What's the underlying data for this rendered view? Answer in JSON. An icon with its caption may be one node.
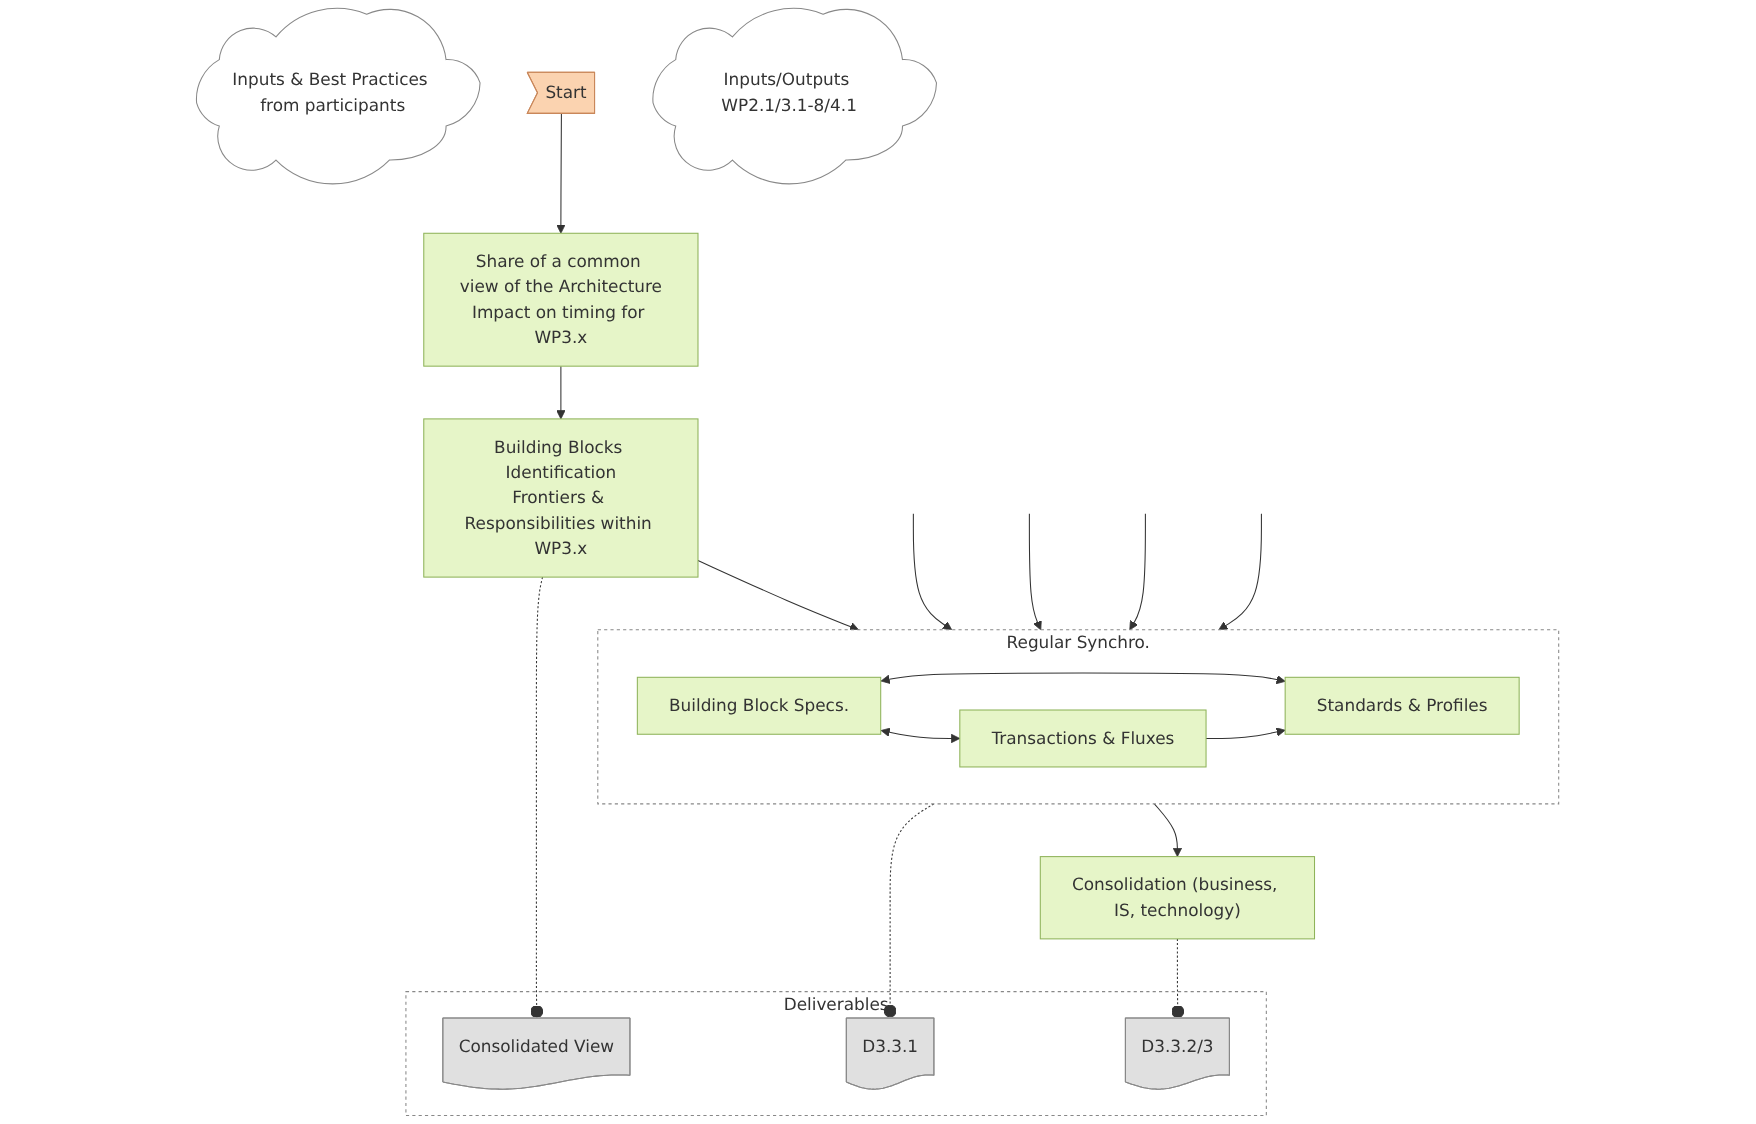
{
  "diagram": {
    "nodes": [
      {
        "text": [
          "Inputs & Best Practices from participants"
        ]
      },
      {
        "text": [
          "Start"
        ]
      },
      {
        "text": [
          "Share of a common view of the Architecture",
          "Impact on timing for WP3.x"
        ]
      },
      {
        "text": [
          "Building Blocks Identification",
          "Frontiers & Responsibilities within WP3.x"
        ]
      },
      {
        "text": [
          "Regular Synchro."
        ]
      },
      {
        "text": [
          "Building Block Specs."
        ],
        "in": 4
      },
      {
        "text": [
          "Transactions & Fluxes"
        ],
        "in": 4
      },
      {
        "text": [
          "Standards & Profiles"
        ],
        "in": 4
      },
      {
        "text": [
          "Inputs/Outputs WP2.1/3.1-8/4.1"
        ]
      },
      {
        "text": [
          "Consolidation (business, IS, technology)"
        ]
      },
      {
        "text": [
          "Deliverables"
        ]
      },
      {
        "text": [
          "Consolidated View"
        ],
        "in": 10
      },
      {
        "text": [
          "D3.3.1"
        ],
        "in": 10
      },
      {
        "text": [
          "D3.3.2/3"
        ],
        "in": 10
      }
    ],
    "edges": [
      {
        "from": 1,
        "to": 2,
        "arrow": "to"
      },
      {
        "from": 2,
        "to": 3,
        "arrow": "to"
      },
      {
        "from": 3,
        "to": 4,
        "arrow": "to"
      },
      {
        "from": null,
        "to": 4,
        "arrow": "to"
      },
      {
        "from": null,
        "to": 4,
        "arrow": "to"
      },
      {
        "from": null,
        "to": 4,
        "arrow": "to"
      },
      {
        "from": null,
        "to": 4,
        "arrow": "to"
      },
      {
        "from": 5,
        "to": 6,
        "arrow": "both"
      },
      {
        "from": 5,
        "to": 7,
        "arrow": "both"
      },
      {
        "from": 6,
        "to": 7,
        "arrow": "to"
      },
      {
        "from": 4,
        "to": 9,
        "arrow": "to"
      },
      {
        "from": 3,
        "to": 11,
        "arrow": "other",
        "style": "dashed"
      },
      {
        "from": 4,
        "to": 12,
        "arrow": "other",
        "style": "dashed"
      },
      {
        "from": 9,
        "to": 13,
        "arrow": "other",
        "style": "dashed"
      }
    ]
  }
}
